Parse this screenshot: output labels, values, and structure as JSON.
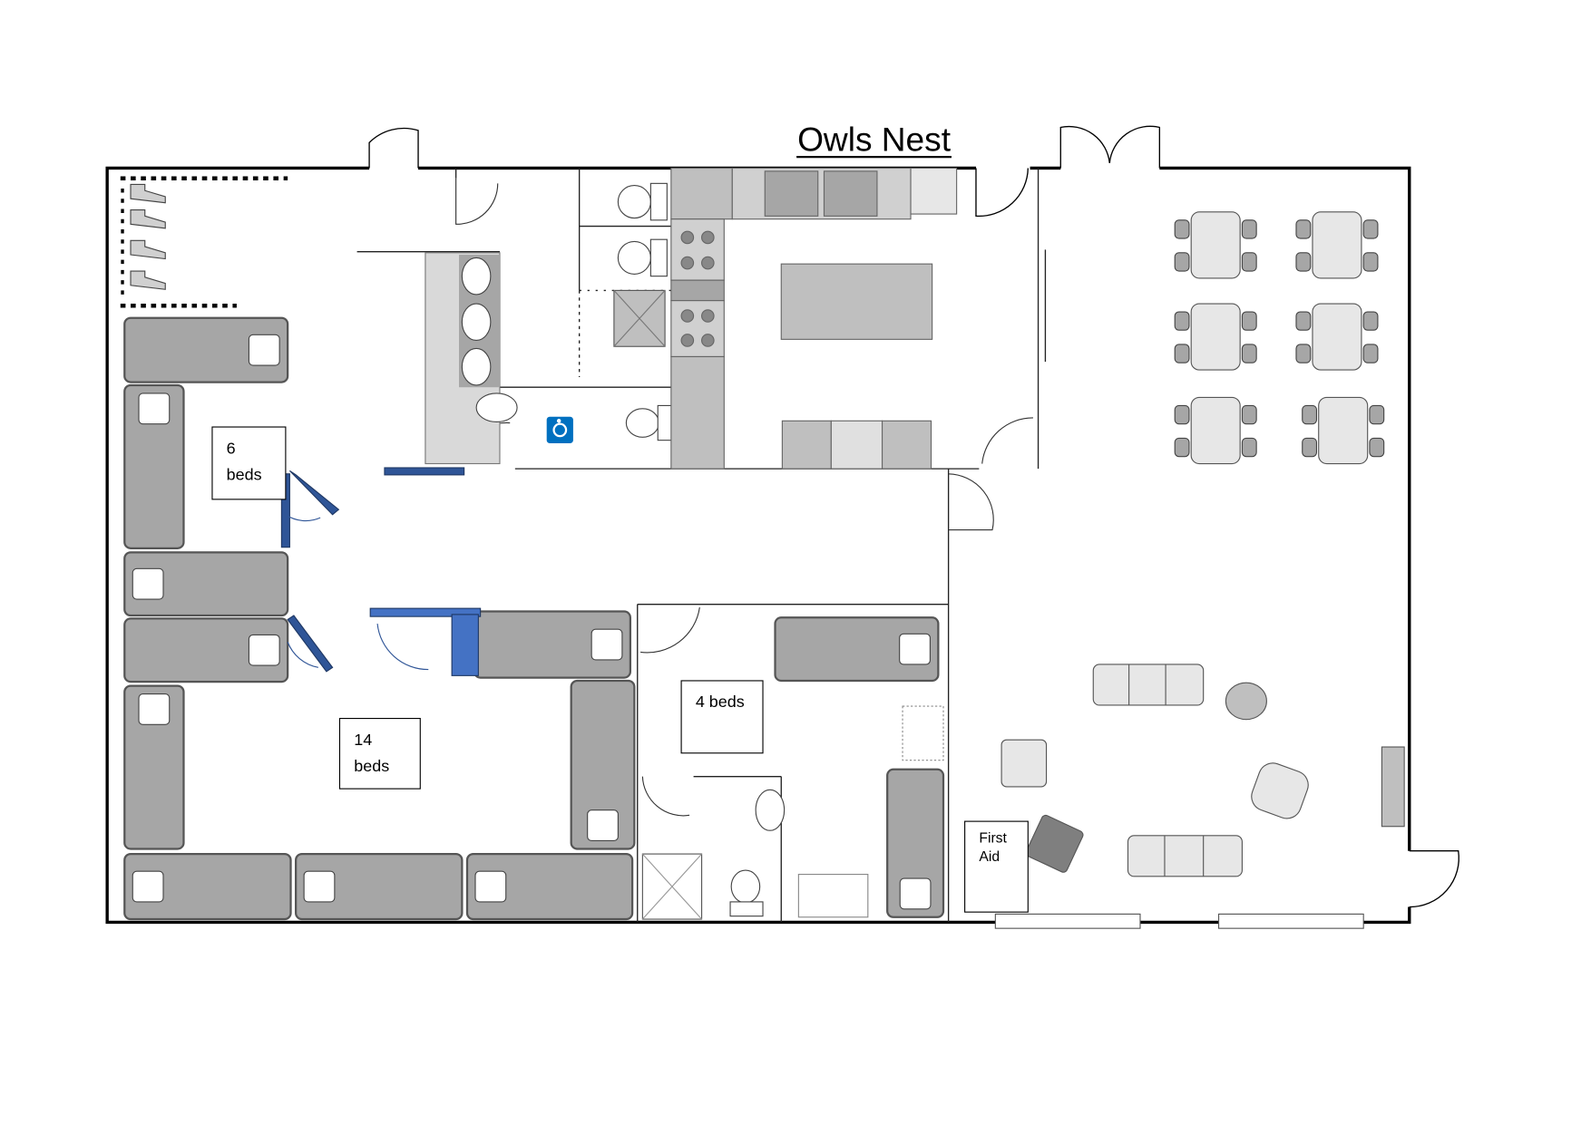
{
  "title": "Owls Nest",
  "rooms": {
    "six_bed": {
      "line1": "6",
      "line2": "beds"
    },
    "fourteen_bed": {
      "line1": "14",
      "line2": "beds"
    },
    "four_bed": {
      "line1": "4 beds"
    },
    "first_aid": {
      "line1": "First",
      "line2": "Aid"
    }
  },
  "colors": {
    "wall": "#000000",
    "bunk": "#a6a6a6",
    "fixture": "#bfbfbf",
    "door_panel": "#2f5597",
    "accessible": "#0070c0"
  }
}
